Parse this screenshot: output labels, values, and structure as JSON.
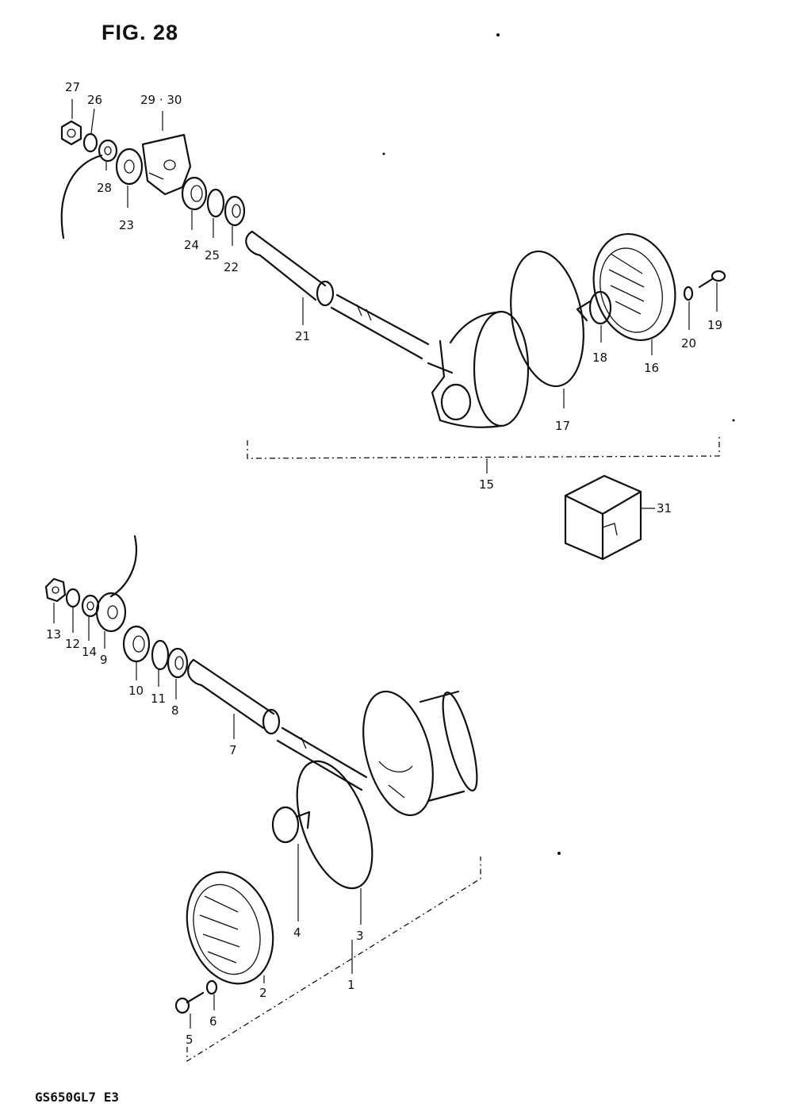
{
  "figure": {
    "title": "FIG. 28",
    "model_code": "GS650GL7 E3"
  },
  "upper_assembly": {
    "callouts": [
      "27",
      "26",
      "29 · 30",
      "28",
      "23",
      "24",
      "25",
      "22",
      "21",
      "18",
      "16",
      "20",
      "19",
      "17",
      "15",
      "31"
    ]
  },
  "lower_assembly": {
    "callouts": [
      "13",
      "12",
      "14",
      "9",
      "10",
      "11",
      "8",
      "7",
      "4",
      "3",
      "2",
      "5",
      "6",
      "1"
    ]
  },
  "colors": {
    "ink": "#111111",
    "paper": "#ffffff"
  }
}
